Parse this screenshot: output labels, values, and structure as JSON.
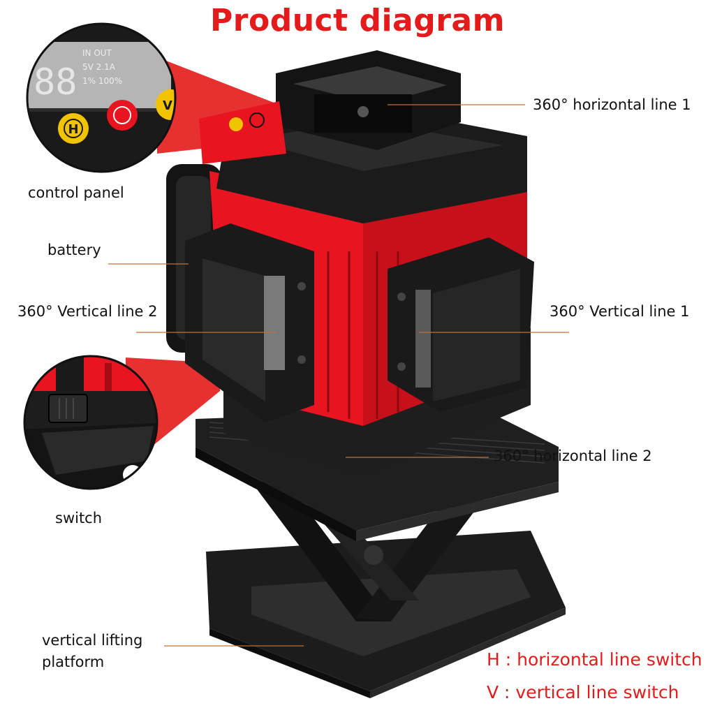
{
  "title": "Product diagram",
  "labels": {
    "horizontal_line_1": "360° horizontal line 1",
    "control_panel": "control panel",
    "battery": "battery",
    "vertical_line_2": "360° Vertical line 2",
    "vertical_line_1": "360° Vertical line 1",
    "horizontal_line_2": "360° horizontal line 2",
    "switch": "switch",
    "lifting_platform_line1": "vertical lifting",
    "lifting_platform_line2": "platform"
  },
  "panel_closeup": {
    "display_digits": "88",
    "display_text": [
      "IN  OUT",
      "5V 2.1A",
      "1%  100%"
    ],
    "button_h": "H",
    "button_v": "V"
  },
  "legend": {
    "h": "H : horizontal line switch",
    "v": "V : vertical line switch"
  },
  "colors": {
    "accent": "#e41b1b",
    "body": "#1a1a1a",
    "laser_red": "#e8141f"
  }
}
